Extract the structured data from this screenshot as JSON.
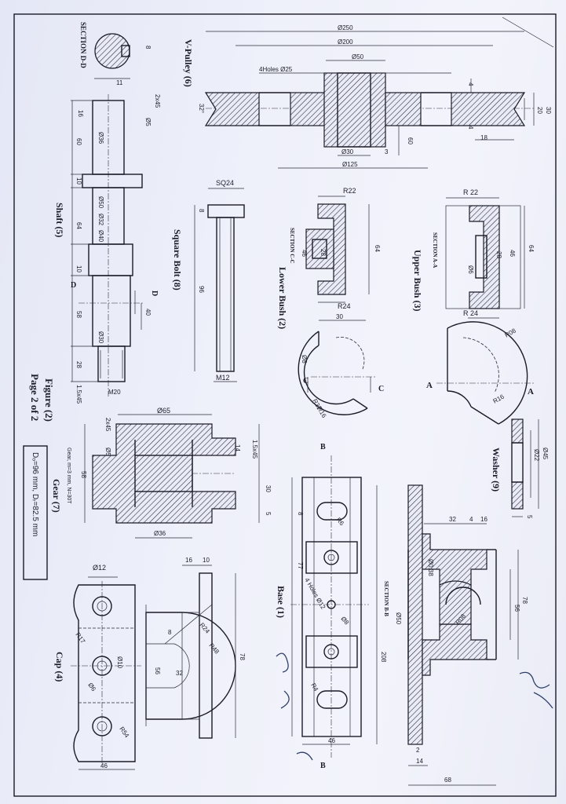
{
  "pulley": {
    "label": "V-Pulley (6)",
    "dims": [
      "Ø250",
      "Ø200",
      "Ø50",
      "4Holes Ø25",
      "Ø30",
      "3",
      "Ø125",
      "60",
      "18",
      "20",
      "30",
      "32°",
      "4",
      "4"
    ]
  },
  "section_dd": {
    "label": "SECTION D-D",
    "dims": [
      "8",
      "11"
    ]
  },
  "shaft": {
    "label": "Shaft (5)",
    "dims": [
      "2x45",
      "Ø5",
      "16",
      "60",
      "Ø36",
      "10",
      "Ø50",
      "Ø32",
      "64",
      "Ø40",
      "10",
      "58",
      "40",
      "Ø30",
      "28",
      "M20",
      "1.5x45"
    ],
    "section_marks": [
      "D",
      "D"
    ]
  },
  "bolt": {
    "label": "Square Bolt (8)",
    "dims": [
      "SQ24",
      "8",
      "96",
      "M12"
    ]
  },
  "lower_bush": {
    "label": "Lower Bush (2)",
    "section_label": "SECTION C-C",
    "dims": [
      "R22",
      "64",
      "46",
      "28",
      "R24",
      "30",
      "Ø8",
      "R32",
      "R16"
    ],
    "section_marks": [
      "C",
      "C"
    ]
  },
  "upper_bush": {
    "label": "Upper Bush (3)",
    "section_label": "SECTION A-A",
    "dims": [
      "R 22",
      "64",
      "46",
      "28",
      "Ø6",
      "R 24",
      "R08",
      "R16"
    ],
    "section_marks": [
      "A",
      "A"
    ]
  },
  "washer": {
    "label": "Washer (9)",
    "dims": [
      "Ø45",
      "Ø22",
      "5"
    ]
  },
  "gear": {
    "label": "Gear (7)",
    "dims": [
      "Ø65",
      "2x45",
      "Ø5",
      "14",
      "1.5x45",
      "30",
      "5",
      "58",
      "Ø36",
      "Gear, m=3 mm, N=30T"
    ],
    "data_box": "Dₒ=96 mm, Dᵣ=82.5 mm"
  },
  "figure": {
    "label": "Figure (2)",
    "page": "Page 2 of 2"
  },
  "cap": {
    "label": "Cap (4)",
    "dims": [
      "Ø12",
      "R17",
      "Ø10",
      "Ø6",
      "R54",
      "46",
      "16",
      "10",
      "8",
      "R24",
      "R48",
      "56",
      "32",
      "78"
    ]
  },
  "base": {
    "label": "Base (1)",
    "section_label": "SECTION B-B",
    "dims": [
      "8",
      "R6",
      "77",
      "4 Holes Ø12",
      "Ø8",
      "R4",
      "46",
      "32",
      "4",
      "16",
      "Ø0.38",
      "Ø50",
      "208",
      "R08",
      "78",
      "56",
      "2",
      "14",
      "68"
    ],
    "section_marks": [
      "B",
      "B"
    ]
  }
}
